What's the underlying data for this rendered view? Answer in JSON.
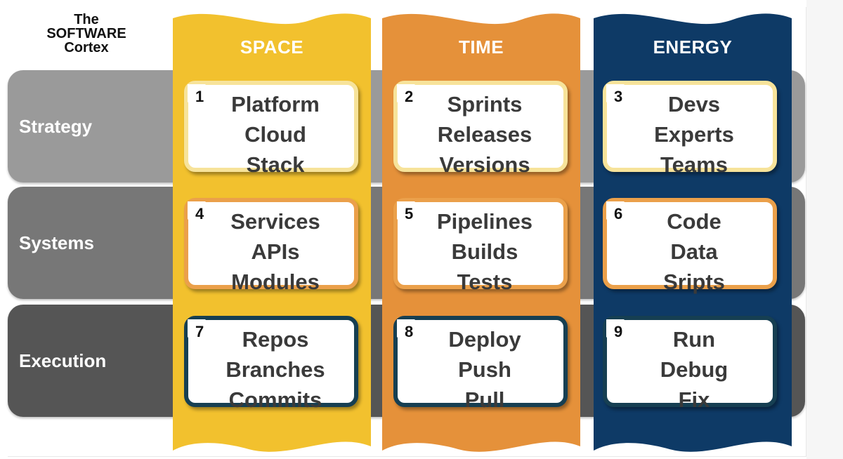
{
  "title": [
    "The",
    "SOFTWARE",
    "Cortex"
  ],
  "colors": {
    "space": "#f2c12e",
    "time": "#e5913a",
    "energy": "#0e3a66",
    "row_strategy": "#9a9a9a",
    "row_systems": "#777777",
    "row_execution": "#555555",
    "border_strategy": "#f7e39a",
    "border_systems": "#eba04a",
    "border_execution": "#163f52"
  },
  "rows": [
    {
      "label": "Strategy"
    },
    {
      "label": "Systems"
    },
    {
      "label": "Execution"
    }
  ],
  "columns": [
    {
      "label": "SPACE"
    },
    {
      "label": "TIME"
    },
    {
      "label": "ENERGY"
    }
  ],
  "cards": [
    {
      "num": "1",
      "lines": [
        "Platform",
        "Cloud",
        "Stack"
      ]
    },
    {
      "num": "2",
      "lines": [
        "Sprints",
        "Releases",
        "Versions"
      ]
    },
    {
      "num": "3",
      "lines": [
        "Devs",
        "Experts",
        "Teams"
      ]
    },
    {
      "num": "4",
      "lines": [
        "Services",
        "APIs",
        "Modules"
      ]
    },
    {
      "num": "5",
      "lines": [
        "Pipelines",
        "Builds",
        "Tests"
      ]
    },
    {
      "num": "6",
      "lines": [
        "Code",
        "Data",
        "Sripts"
      ]
    },
    {
      "num": "7",
      "lines": [
        "Repos",
        "Branches",
        "Commits"
      ]
    },
    {
      "num": "8",
      "lines": [
        "Deploy",
        "Push",
        "Pull"
      ]
    },
    {
      "num": "9",
      "lines": [
        "Run",
        "Debug",
        "Fix"
      ]
    }
  ]
}
